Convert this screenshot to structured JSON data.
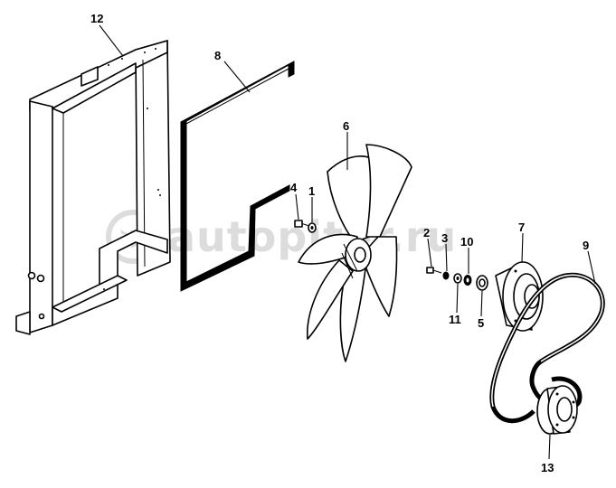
{
  "watermark": {
    "text": "autopiter.ru",
    "icon": "autopiter-logo-icon"
  },
  "callouts": {
    "radiator_frame": "12",
    "seal": "8",
    "fan": "6",
    "bolt": "4",
    "washer_left": "1",
    "screw": "2",
    "washer_small": "3",
    "spacer": "10",
    "lock_washer": "11",
    "hub_ring": "5",
    "pulley_hub": "7",
    "belt": "9",
    "crank_pulley": "13"
  },
  "colors": {
    "line": "#000000",
    "background": "#ffffff",
    "watermark": "#d9d9d9"
  }
}
